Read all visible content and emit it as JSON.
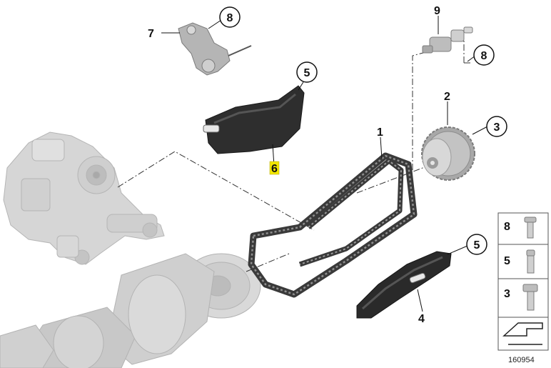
{
  "diagram": {
    "callouts": {
      "chain": "1",
      "sprocket": "2",
      "sprocket_bolt": "3",
      "lower_guide": "4",
      "lower_guide_bolt": "5",
      "upper_guide_bolt": "5",
      "upper_guide_pin": "6",
      "tensioner_arm": "7",
      "tensioner_arm_bolt": "8",
      "pin_bolt": "8",
      "tensioner_pin": "9"
    },
    "legend": [
      {
        "number": "8"
      },
      {
        "number": "5"
      },
      {
        "number": "3"
      }
    ],
    "reference_number": "160954",
    "colors": {
      "highlight": "#f2e600",
      "part_dark": "#2b2b2b",
      "part_grey": "#c9c9c9"
    }
  }
}
